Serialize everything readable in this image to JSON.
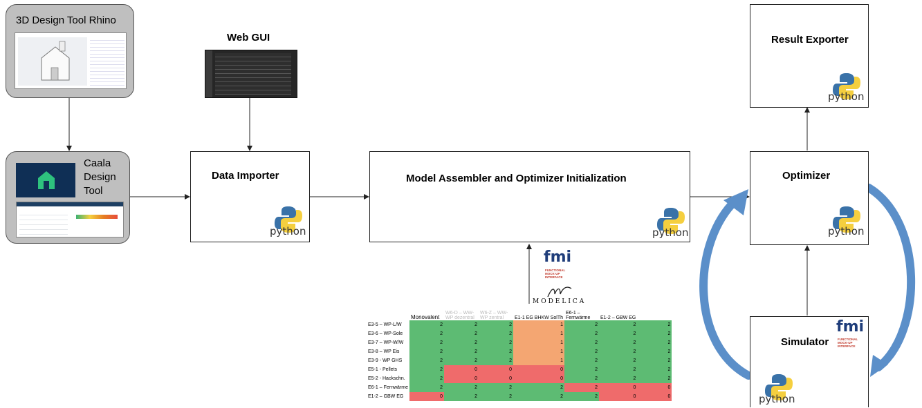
{
  "rhino": {
    "title": "3D Design Tool Rhino"
  },
  "caala": {
    "line1": "Caala",
    "line2": "Design",
    "line3": "Tool"
  },
  "webgui": {
    "title": "Web GUI"
  },
  "importer": {
    "title": "Data Importer"
  },
  "assembler": {
    "title": "Model Assembler and Optimizer Initialization"
  },
  "exporter": {
    "title": "Result Exporter"
  },
  "optimizer": {
    "title": "Optimizer"
  },
  "simulator": {
    "title": "Simulator"
  },
  "python_word": "python",
  "fmi": {
    "word": "fmi",
    "sub1": "FUNCTIONAL",
    "sub2": "MOCK-UP",
    "sub3": "INTERFACE"
  },
  "modelica": "MODELICA",
  "colors": {
    "green": "#5dbb73",
    "red": "#ef6b6b",
    "orange": "#f4a672",
    "arrow_blue": "#5b8fc9",
    "python_blue": "#3a72a8",
    "python_yellow": "#f5cf3f"
  },
  "matrix": {
    "columns": [
      "Monovalent",
      "W6-D – WW-WP dezentral",
      "W6-Z – WW-WP zentral",
      "E1-1 EG BHKW SolTh",
      "E6-1 – Fernwärme",
      "E1-2 – GBW EG"
    ],
    "rows": [
      {
        "label": "E3-5 – WP-L/W",
        "values": [
          "2",
          "2",
          "2",
          "1",
          "2",
          "2",
          "2"
        ]
      },
      {
        "label": "E3-6 – WP-Sole",
        "values": [
          "2",
          "2",
          "2",
          "1",
          "2",
          "2",
          "2"
        ]
      },
      {
        "label": "E3-7 – WP-W/W",
        "values": [
          "2",
          "2",
          "2",
          "1",
          "2",
          "2",
          "2"
        ]
      },
      {
        "label": "E3-8 – WP Eis",
        "values": [
          "2",
          "2",
          "2",
          "1",
          "2",
          "2",
          "2"
        ]
      },
      {
        "label": "E3-9 - WP GHS",
        "values": [
          "2",
          "2",
          "2",
          "1",
          "2",
          "2",
          "2"
        ]
      },
      {
        "label": "E5-1 - Pellets",
        "values": [
          "2",
          "0",
          "0",
          "0",
          "2",
          "2",
          "2"
        ]
      },
      {
        "label": "E5-2 - Hackschn.",
        "values": [
          "2",
          "0",
          "0",
          "0",
          "2",
          "2",
          "2"
        ]
      },
      {
        "label": "E6-1 – Fernwärme",
        "values": [
          "2",
          "2",
          "2",
          "2",
          "2",
          "0",
          "0"
        ]
      },
      {
        "label": "E1-2 – GBW EG",
        "values": [
          "0",
          "2",
          "2",
          "2",
          "2",
          "0",
          "0"
        ]
      }
    ],
    "cell_colors": [
      [
        "g",
        "g",
        "g",
        "o",
        "g",
        "g",
        "g"
      ],
      [
        "g",
        "g",
        "g",
        "o",
        "g",
        "g",
        "g"
      ],
      [
        "g",
        "g",
        "g",
        "o",
        "g",
        "g",
        "g"
      ],
      [
        "g",
        "g",
        "g",
        "o",
        "g",
        "g",
        "g"
      ],
      [
        "g",
        "g",
        "g",
        "o",
        "g",
        "g",
        "g"
      ],
      [
        "g",
        "r",
        "r",
        "r",
        "g",
        "g",
        "g"
      ],
      [
        "g",
        "r",
        "r",
        "r",
        "g",
        "g",
        "g"
      ],
      [
        "g",
        "g",
        "g",
        "g",
        "r",
        "r",
        "r"
      ],
      [
        "r",
        "g",
        "g",
        "g",
        "g",
        "r",
        "r"
      ]
    ]
  }
}
